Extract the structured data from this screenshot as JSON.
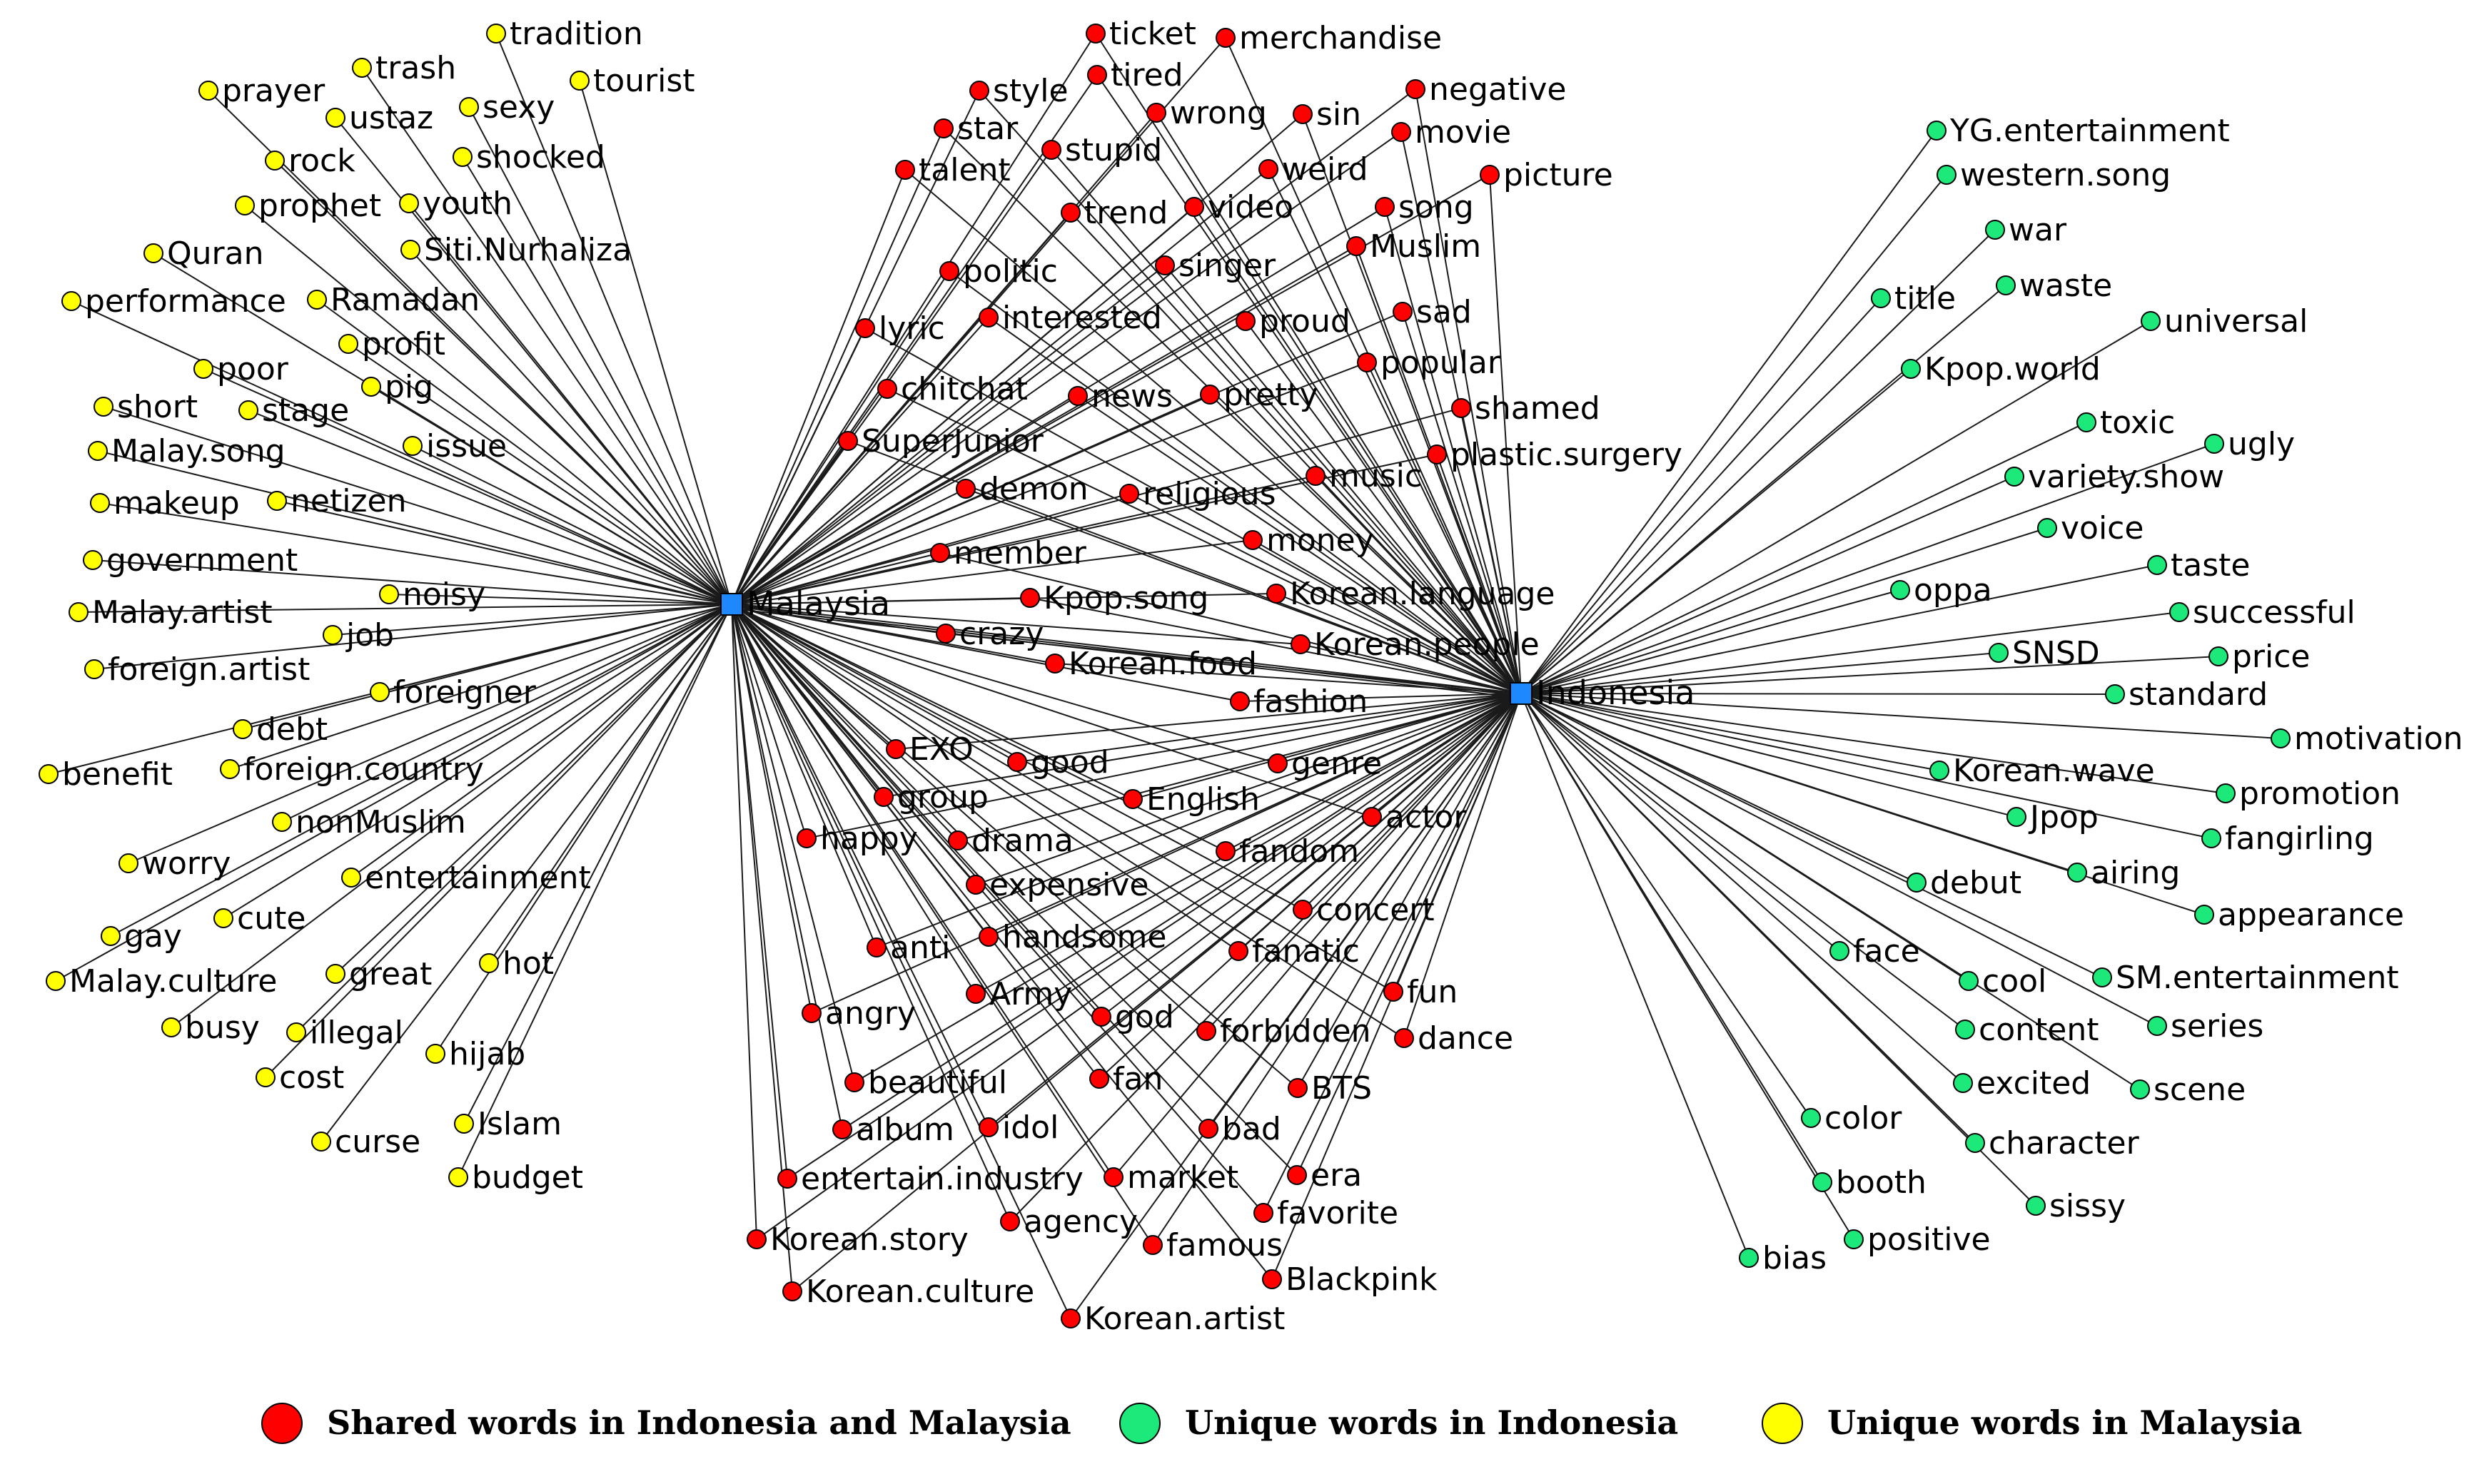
{
  "colors": {
    "shared": "#ff0000",
    "indonesia": "#1de87a",
    "malaysia": "#ffff00",
    "hub": "#1e88ff",
    "edge": "#1a1a1a"
  },
  "hubs": {
    "malaysia": "Malaysia",
    "indonesia": "Indonesia"
  },
  "legend": [
    {
      "group": "shared",
      "label": "Shared words in Indonesia and Malaysia"
    },
    {
      "group": "indonesia",
      "label": "Unique words in Indonesia"
    },
    {
      "group": "malaysia",
      "label": "Unique words in Malaysia"
    }
  ],
  "malaysia_words": [
    "tradition",
    "trash",
    "prayer",
    "tourist",
    "sexy",
    "ustaz",
    "rock",
    "shocked",
    "youth",
    "prophet",
    "Siti.Nurhaliza",
    "Quran",
    "performance",
    "Ramadan",
    "profit",
    "poor",
    "pig",
    "short",
    "stage",
    "issue",
    "Malay.song",
    "makeup",
    "netizen",
    "government",
    "noisy",
    "Malay.artist",
    "job",
    "foreign.artist",
    "foreigner",
    "debt",
    "benefit",
    "foreign.country",
    "nonMuslim",
    "worry",
    "entertainment",
    "cute",
    "gay",
    "Malay.culture",
    "great",
    "hot",
    "busy",
    "illegal",
    "hijab",
    "cost",
    "curse",
    "Islam",
    "budget"
  ],
  "shared_words": [
    "ticket",
    "merchandise",
    "style",
    "tired",
    "negative",
    "wrong",
    "star",
    "sin",
    "movie",
    "stupid",
    "talent",
    "weird",
    "picture",
    "video",
    "trend",
    "song",
    "Muslim",
    "singer",
    "politic",
    "sad",
    "interested",
    "proud",
    "lyric",
    "popular",
    "chitchat",
    "news",
    "pretty",
    "shamed",
    "SuperJunior",
    "plastic.surgery",
    "demon",
    "religious",
    "music",
    "money",
    "member",
    "Kpop.song",
    "Korean.language",
    "crazy",
    "Korean.people",
    "Korean.food",
    "fashion",
    "EXO",
    "good",
    "genre",
    "group",
    "English",
    "actor",
    "happy",
    "drama",
    "fandom",
    "expensive",
    "concert",
    "anti",
    "handsome",
    "fanatic",
    "Army",
    "fun",
    "angry",
    "god",
    "forbidden",
    "dance",
    "beautiful",
    "fan",
    "BTS",
    "album",
    "idol",
    "bad",
    "entertain.industry",
    "market",
    "era",
    "agency",
    "favorite",
    "Korean.story",
    "famous",
    "Blackpink",
    "Korean.culture",
    "Korean.artist"
  ],
  "indonesia_words": [
    "YG.entertainment",
    "western.song",
    "war",
    "title",
    "waste",
    "universal",
    "Kpop.world",
    "toxic",
    "ugly",
    "variety.show",
    "voice",
    "taste",
    "oppa",
    "successful",
    "SNSD",
    "price",
    "standard",
    "motivation",
    "Korean.wave",
    "promotion",
    "Jpop",
    "fangirling",
    "airing",
    "debut",
    "appearance",
    "face",
    "cool",
    "SM.entertainment",
    "content",
    "series",
    "excited",
    "scene",
    "color",
    "character",
    "booth",
    "sissy",
    "positive",
    "bias"
  ]
}
